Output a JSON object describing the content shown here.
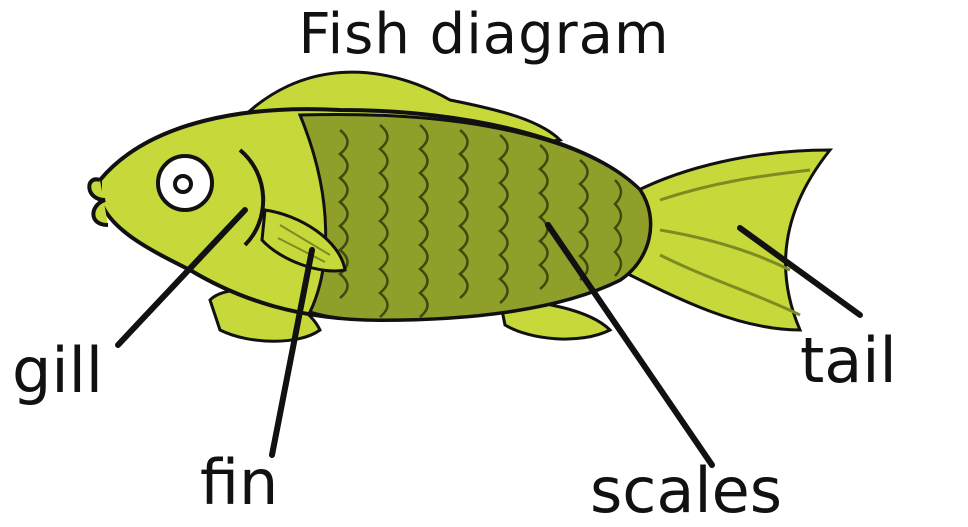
{
  "title": "Fish diagram",
  "labels": {
    "gill": "gill",
    "fin": "fin",
    "scales": "scales",
    "tail": "tail"
  },
  "colors": {
    "body": "#c7d83a",
    "scales_light": "#8f9f2a",
    "scales_dark": "#6e7d1c",
    "outline": "#111111"
  }
}
